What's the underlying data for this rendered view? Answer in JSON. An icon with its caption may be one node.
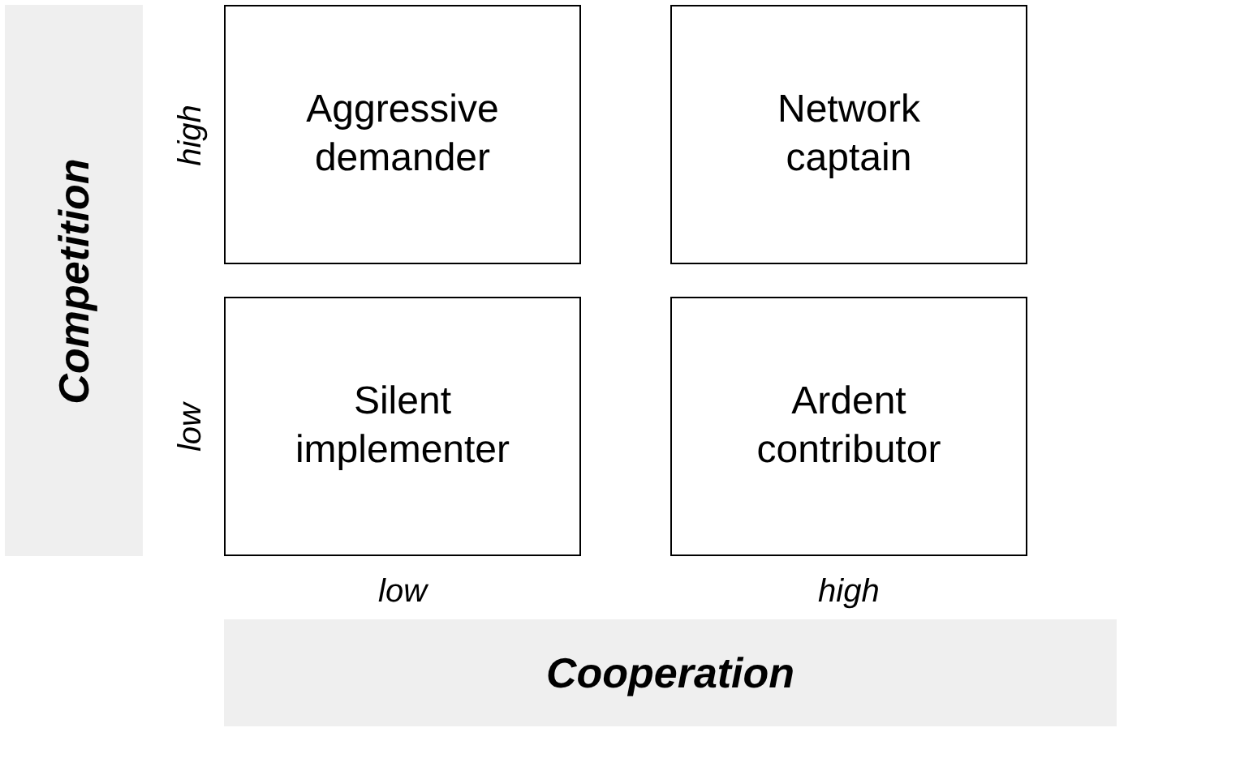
{
  "diagram": {
    "nodes": [
      {
        "text": [
          "Competition"
        ]
      },
      {
        "text": [
          "Aggressive demander"
        ]
      },
      {
        "text": [
          "Network captain"
        ]
      },
      {
        "text": [
          "Silent implementer"
        ]
      },
      {
        "text": [
          "Ardent contributor"
        ]
      },
      {
        "text": [
          "Cooperation"
        ]
      }
    ],
    "labels": [
      "high",
      "low",
      "low",
      "high"
    ]
  }
}
